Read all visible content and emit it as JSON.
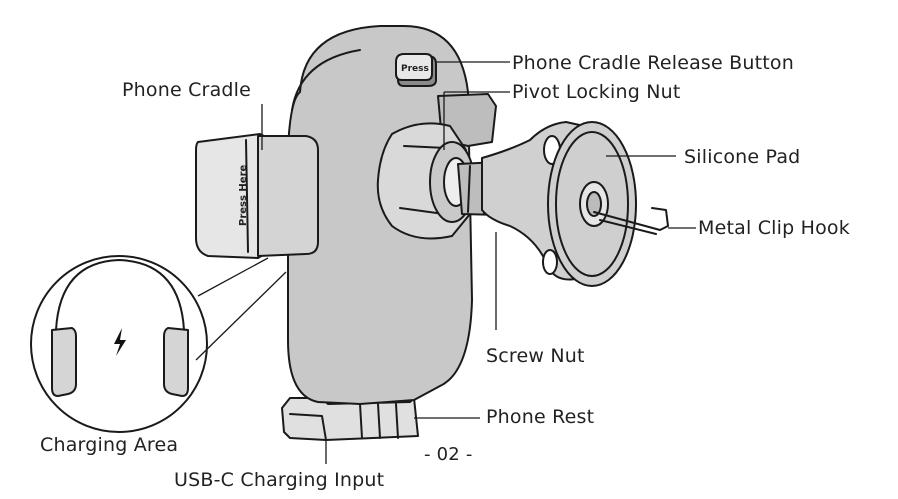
{
  "labels": {
    "release_button": "Phone Cradle Release Button",
    "pivot_nut": "Pivot Locking Nut",
    "phone_cradle": "Phone Cradle",
    "silicone_pad": "Silicone Pad",
    "metal_clip": "Metal Clip Hook",
    "screw_nut": "Screw Nut",
    "phone_rest": "Phone Rest",
    "charging_area": "Charging Area",
    "usbc_input": "USB-C Charging Input"
  },
  "page_number": "- 02 -",
  "stamps": {
    "press": "Press",
    "press_here": "Press Here"
  },
  "colors": {
    "body_fill": "#c8c8c8",
    "cradle_fill": "#e4e4e4",
    "pad_fill": "#cfcfcf",
    "ink": "#1a1a1a"
  }
}
